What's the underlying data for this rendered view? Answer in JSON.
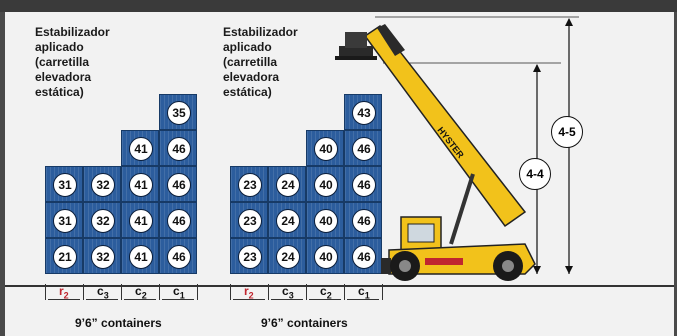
{
  "stabilizer_labels": [
    "Estabilizador\naplicado\n(carretilla\nelevadora\nestática)",
    "Estabilizador\naplicado\n(carretilla\nelevadora\nestática)"
  ],
  "stack_left": {
    "columns": [
      [
        "31",
        "31",
        "21"
      ],
      [
        "32",
        "32",
        "32"
      ],
      [
        "41",
        "41",
        "41",
        "41"
      ],
      [
        "35",
        "46",
        "46",
        "46",
        "46"
      ]
    ],
    "dims": [
      {
        "letter": "r",
        "sub": "2"
      },
      {
        "letter": "c",
        "sub": "3"
      },
      {
        "letter": "c",
        "sub": "2"
      },
      {
        "letter": "c",
        "sub": "1"
      }
    ],
    "caption": "9’6” containers"
  },
  "stack_right": {
    "columns": [
      [
        "23",
        "23",
        "23"
      ],
      [
        "24",
        "24",
        "24"
      ],
      [
        "40",
        "40",
        "40",
        "40"
      ],
      [
        "43",
        "46",
        "46",
        "46",
        "46"
      ]
    ],
    "dims": [
      {
        "letter": "r",
        "sub": "2"
      },
      {
        "letter": "c",
        "sub": "3"
      },
      {
        "letter": "c",
        "sub": "2"
      },
      {
        "letter": "c",
        "sub": "1"
      }
    ],
    "caption": "9’6” containers"
  },
  "height_labels": [
    "4-4",
    "4-5"
  ],
  "truck_brand": "HYSTER",
  "colors": {
    "container": "#2c5d9d",
    "truck": "#f2c21b",
    "accent_red": "#c0262f"
  }
}
